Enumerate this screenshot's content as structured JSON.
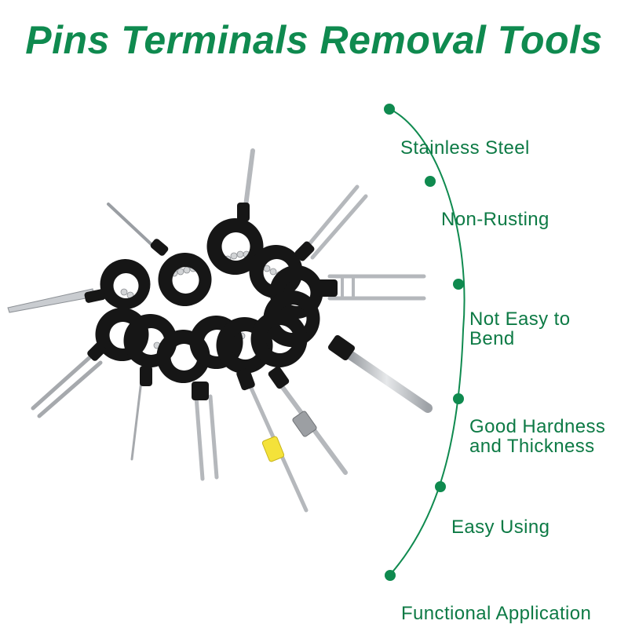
{
  "title": "Pins Terminals Removal Tools",
  "colors": {
    "brand_green": "#0f8a4f",
    "text_green": "#0d7a45",
    "handle_black": "#161616",
    "steel": "#b9bcc0"
  },
  "illustration": "pin-removal-tool-set",
  "features": [
    {
      "label": "Stainless Steel"
    },
    {
      "label": "Non-Rusting"
    },
    {
      "label": "Not Easy to\nBend"
    },
    {
      "label": "Good Hardness\nand Thickness"
    },
    {
      "label": "Easy Using"
    },
    {
      "label": "Functional Application"
    }
  ]
}
